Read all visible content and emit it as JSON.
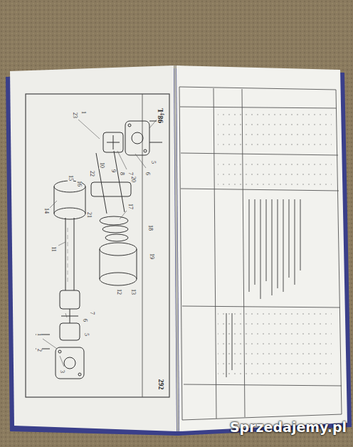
{
  "diagram": {
    "labels": [
      "T-86",
      "292",
      "23",
      "1",
      "4",
      "5",
      "6",
      "7",
      "8",
      "9",
      "10",
      "20",
      "22",
      "16",
      "15",
      "14",
      "21",
      "17",
      "18",
      "12",
      "13",
      "19",
      "11",
      "7",
      "6",
      "5",
      "1",
      "2",
      "3",
      "Sprzedajemy.pl"
    ]
  }
}
